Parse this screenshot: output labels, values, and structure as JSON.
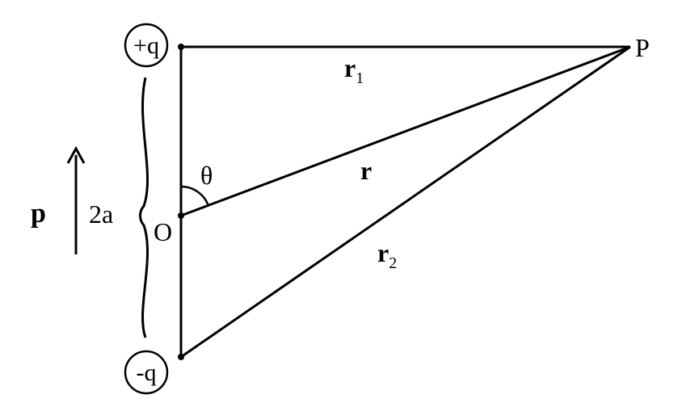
{
  "diagram": {
    "charges": {
      "positive": "+q",
      "negative": "-q"
    },
    "points": {
      "field_point": "P",
      "origin": "O"
    },
    "distances": {
      "r1": {
        "main": "r",
        "sub": "1"
      },
      "r": "r",
      "r2": {
        "main": "r",
        "sub": "2"
      }
    },
    "angle": "θ",
    "separation": "2a",
    "dipole_moment": "p",
    "colors": {
      "ink": "#000000",
      "background": "#ffffff"
    }
  }
}
